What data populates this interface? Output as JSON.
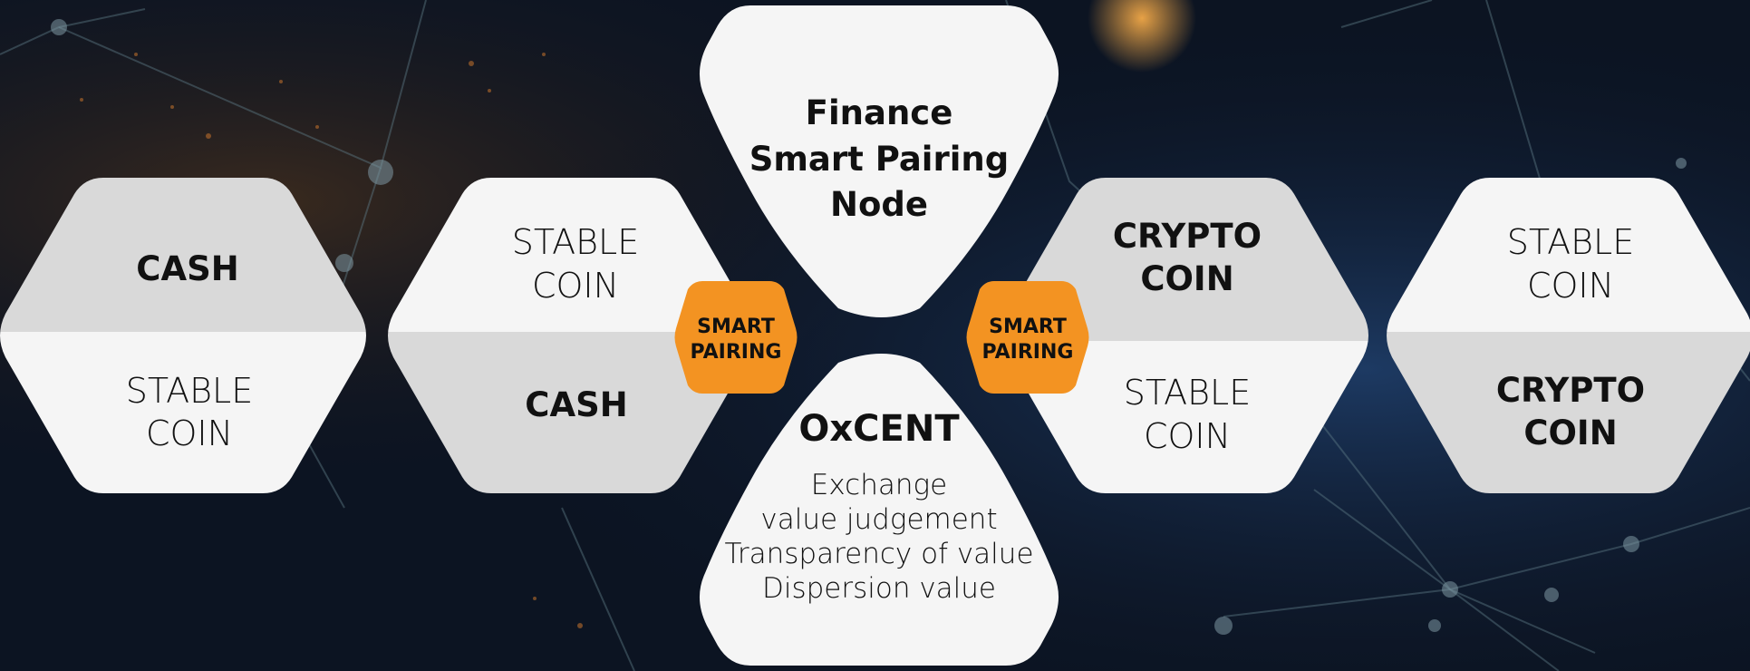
{
  "hex_left_1": {
    "top": "CASH",
    "bottom": [
      "STABLE",
      "COIN"
    ]
  },
  "hex_left_2": {
    "top": [
      "STABLE",
      "COIN"
    ],
    "bottom": "CASH"
  },
  "center_top": {
    "lines": [
      "Finance",
      "Smart Pairing",
      "Node"
    ]
  },
  "center_bottom": {
    "title": "OxCENT",
    "lines": [
      "Exchange",
      "value judgement",
      "Transparency of value",
      "Dispersion value"
    ]
  },
  "hex_right_1": {
    "top": [
      "CRYPTO",
      "COIN"
    ],
    "bottom": [
      "STABLE",
      "COIN"
    ]
  },
  "hex_right_2": {
    "top": [
      "STABLE",
      "COIN"
    ],
    "bottom": [
      "CRYPTO",
      "COIN"
    ]
  },
  "badge_left": {
    "lines": [
      "SMART",
      "PAIRING"
    ]
  },
  "badge_right": {
    "lines": [
      "SMART",
      "PAIRING"
    ]
  },
  "colors": {
    "background": "#0d1626",
    "hex_light": "#f5f5f5",
    "hex_shade": "#d9d9d9",
    "badge": "#f39322",
    "text": "#111111"
  }
}
